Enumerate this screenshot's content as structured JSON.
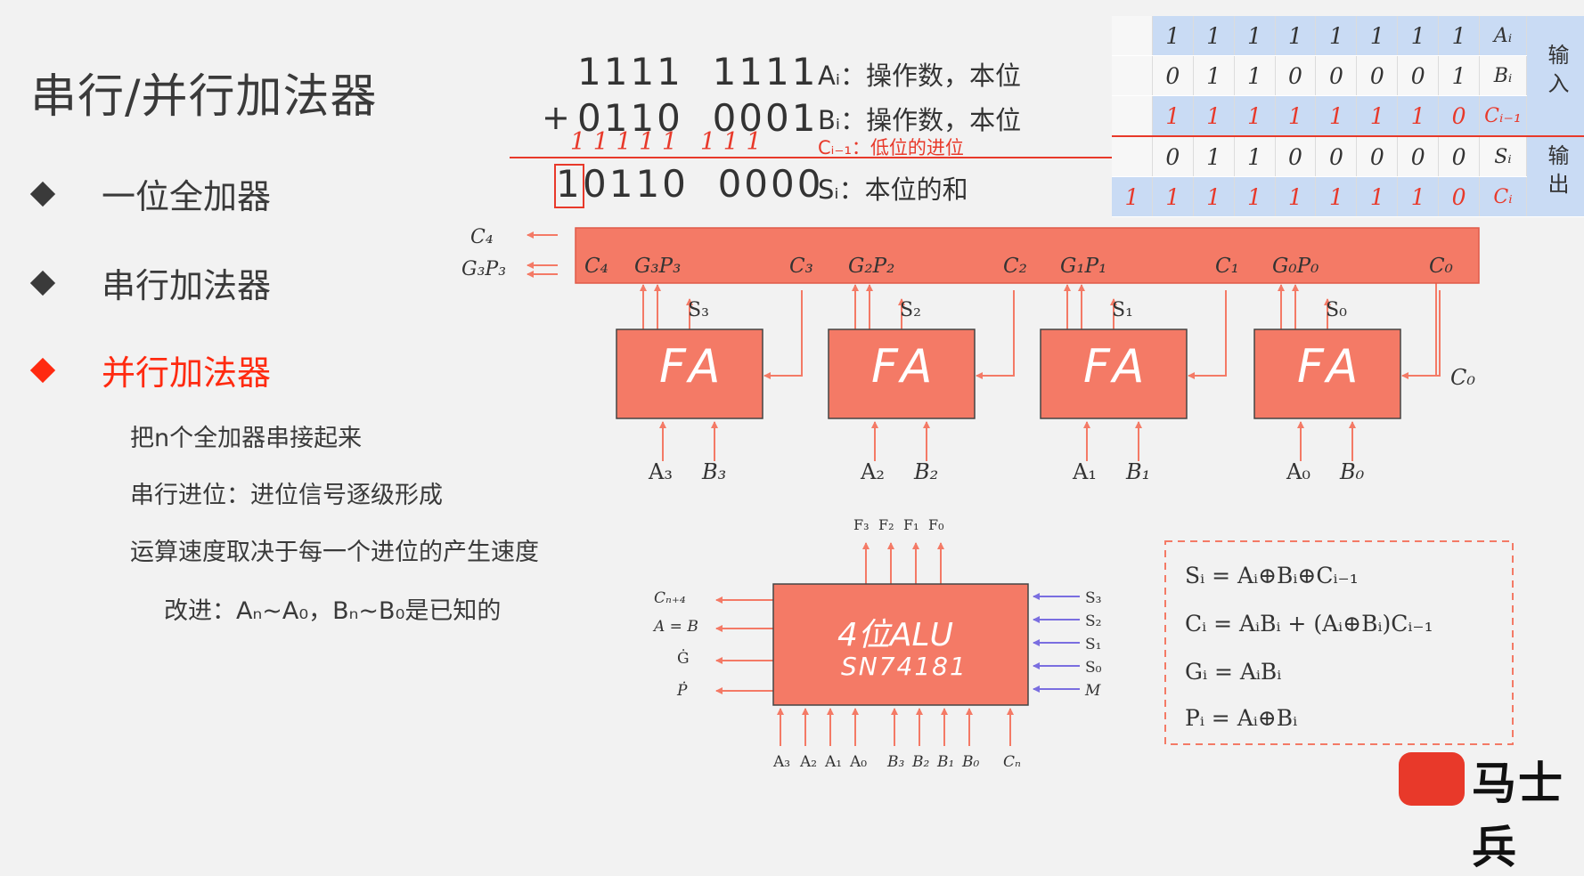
{
  "slide": {
    "title": "串行/并行加法器",
    "bullets": [
      "一位全加器",
      "串行加法器",
      "并行加法器"
    ],
    "sub_points": [
      "把n个全加器串接起来",
      "串行进位：进位信号逐级形成",
      "运算速度取决于每一个进位的产生速度"
    ],
    "improve": "改进：Aₙ~A₀，Bₙ~B₀是已知的"
  },
  "addition": {
    "row_a": "1111  1111",
    "row_b": "0110  0001",
    "plus": "+",
    "carries": "1 1 1 1 1   1 1 1",
    "sum_lead": "1",
    "sum_rest": "0110  0000",
    "ann_a": "Aᵢ：操作数，本位",
    "ann_b": "Bᵢ：操作数，本位",
    "ann_c": "Cᵢ₋₁：低位的进位",
    "ann_s": "Sᵢ：本位的和"
  },
  "bit_table": {
    "rows": [
      {
        "lead": "",
        "bits": [
          "1",
          "1",
          "1",
          "1",
          "1",
          "1",
          "1",
          "1"
        ],
        "label": "Aᵢ"
      },
      {
        "lead": "",
        "bits": [
          "0",
          "1",
          "1",
          "0",
          "0",
          "0",
          "0",
          "1"
        ],
        "label": "Bᵢ"
      },
      {
        "lead": "",
        "bits": [
          "1",
          "1",
          "1",
          "1",
          "1",
          "1",
          "1",
          "0"
        ],
        "label": "Cᵢ₋₁"
      },
      {
        "lead": "",
        "bits": [
          "0",
          "1",
          "1",
          "0",
          "0",
          "0",
          "0",
          "0"
        ],
        "label": "Sᵢ"
      },
      {
        "lead": "1",
        "bits": [
          "1",
          "1",
          "1",
          "1",
          "1",
          "1",
          "1",
          "0"
        ],
        "label": "Cᵢ"
      }
    ],
    "input_label": "输入",
    "output_label": "输出"
  },
  "fa_chain": {
    "fa_label": "FA",
    "carry_out": "C₄",
    "gp_out": "G₃P₃",
    "bar_labels": [
      "C₄",
      "G₃P₃",
      "C₃",
      "G₂P₂",
      "C₂",
      "G₁P₁",
      "C₁",
      "G₀P₀",
      "C₀"
    ],
    "sums": [
      "S₃",
      "S₂",
      "S₁",
      "S₀"
    ],
    "inputs_a": [
      "A₃",
      "A₂",
      "A₁",
      "A₀"
    ],
    "inputs_b": [
      "B₃",
      "B₂",
      "B₁",
      "B₀"
    ],
    "c0": "C₀"
  },
  "alu": {
    "title": "4位ALU",
    "model": "SN74181",
    "outputs_top": [
      "F₃",
      "F₂",
      "F₁",
      "F₀"
    ],
    "outputs_left": [
      "Cₙ₊₄",
      "A = B",
      "Ġ",
      "Ṗ"
    ],
    "inputs_right": [
      "S₃",
      "S₂",
      "S₁",
      "S₀",
      "M"
    ],
    "inputs_bottom": [
      "A₃",
      "A₂",
      "A₁",
      "A₀",
      "B₃",
      "B₂",
      "B₁",
      "B₀",
      "Cₙ"
    ]
  },
  "formulas": [
    "Sᵢ = Aᵢ⊕Bᵢ⊕Cᵢ₋₁",
    "Cᵢ = AᵢBᵢ + (Aᵢ⊕Bᵢ)Cᵢ₋₁",
    "Gᵢ = AᵢBᵢ",
    "Pᵢ = Aᵢ⊕Bᵢ"
  ],
  "brand": {
    "name": "马士兵"
  },
  "colors": {
    "block": "#f47a66",
    "red_text": "#e8392a",
    "arrow_blue": "#7a6ee0",
    "table_blue": "#c9dbf4"
  }
}
